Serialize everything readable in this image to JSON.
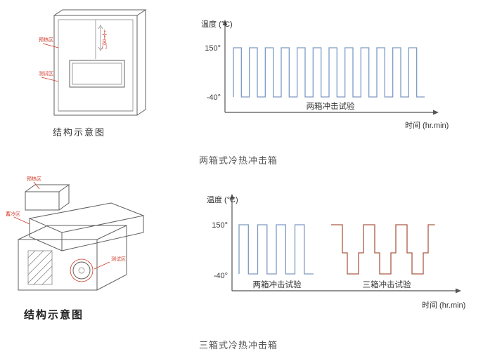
{
  "page": {
    "bg": "#ffffff"
  },
  "colors": {
    "two_box_wave": "#7d9ac2",
    "three_box_wave": "#aa5a45",
    "axis": "#555555",
    "red_label": "#d03a2a"
  },
  "figures": {
    "two_box": {
      "diagram_caption": "结构示意图",
      "section_caption": "两箱式冷热冲击箱",
      "labels": {
        "upper_zone": "预热区",
        "lower_zone": "测试区",
        "damper": "上下风门"
      }
    },
    "three_box": {
      "diagram_caption": "结构示意图",
      "section_caption": "三箱式冷热冲击箱",
      "labels": {
        "preheat_zone": "预热区",
        "cold_storage_zone": "蓄冷区",
        "test_zone": "测试区"
      }
    }
  },
  "chart_data": [
    {
      "type": "line",
      "title": "",
      "ylabel": "温度 (°C)",
      "xlabel": "时间 (hr.min)",
      "yticks": [
        "150°",
        "-40°"
      ],
      "ylim": [
        -40,
        150
      ],
      "grid": false,
      "series": [
        {
          "name": "两箱冲击试验",
          "waveform": "square",
          "high": 150,
          "low": -40,
          "cycles": 12,
          "color": "#7d9ac2"
        }
      ],
      "annotation": "两箱冲击试验"
    },
    {
      "type": "line",
      "title": "",
      "ylabel": "温度 (°C)",
      "xlabel": "时间 (hr.min)",
      "yticks": [
        "150°",
        "-40°"
      ],
      "ylim": [
        -40,
        150
      ],
      "grid": false,
      "series": [
        {
          "name": "两箱冲击试验",
          "waveform": "square",
          "high": 150,
          "low": -40,
          "cycles": 4,
          "color": "#7d9ac2"
        },
        {
          "name": "三箱冲击试验",
          "waveform": "stepped",
          "high": 150,
          "mid": 25,
          "low": -40,
          "cycles": 3,
          "color": "#aa5a45"
        }
      ]
    }
  ]
}
